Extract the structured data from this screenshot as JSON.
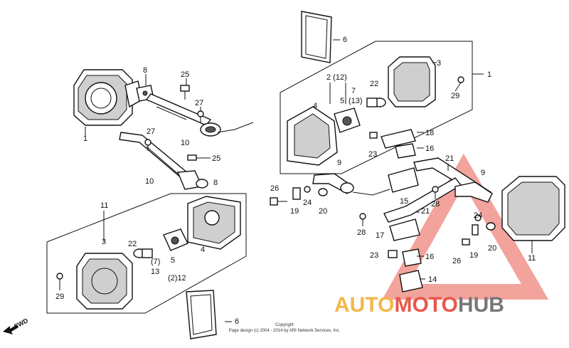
{
  "callouts": {
    "c1_left": "1",
    "c8_top": "8",
    "c25_top": "25",
    "c27_top": "27",
    "c10_top": "10",
    "c27_mid": "27",
    "c25_mid": "25",
    "c10_low": "10",
    "c8_low": "8",
    "c11_left": "11",
    "c3_left": "3",
    "c22_left": "22",
    "c7_left": "(7)",
    "c13_left": "13",
    "c5_left": "5",
    "c4_left": "4",
    "c2_12_left": "(2)12",
    "c29_left": "29",
    "c6_bottom": "6",
    "c6_top": "6",
    "c2_12_top": "2 (12)",
    "c7_13_top": "7",
    "c13_top": "(13)",
    "c5_top": "5",
    "c4_top": "4",
    "c22_top": "22",
    "c3_top": "3",
    "c1_right": "1",
    "c29_right": "29",
    "c18": "18",
    "c23_top": "23",
    "c16_top": "16",
    "c21_top": "21",
    "c9_left": "9",
    "c9_right": "9",
    "c26_left": "26",
    "c19_left": "19",
    "c24_left": "24",
    "c20_left": "20",
    "c15": "15",
    "c21_mid": "21",
    "c28_left": "28",
    "c28_right": "28",
    "c17": "17",
    "c24_right": "24",
    "c20_right": "20",
    "c19_right": "19",
    "c26_right": "26",
    "c23_low": "23",
    "c16_low": "16",
    "c14": "14",
    "c11_right": "11"
  },
  "direction_label": "FWD",
  "copyright_line1": "Copyright",
  "copyright_line2": "Page design (c) 2004 - 2014 by ARI Network Services, Inc.",
  "watermark": {
    "part1": "AUTO",
    "part2": "MOTO",
    "part3": "HUB",
    "color_auto": "#f2b84b",
    "color_moto": "#e8584a",
    "color_hub": "#777777"
  }
}
